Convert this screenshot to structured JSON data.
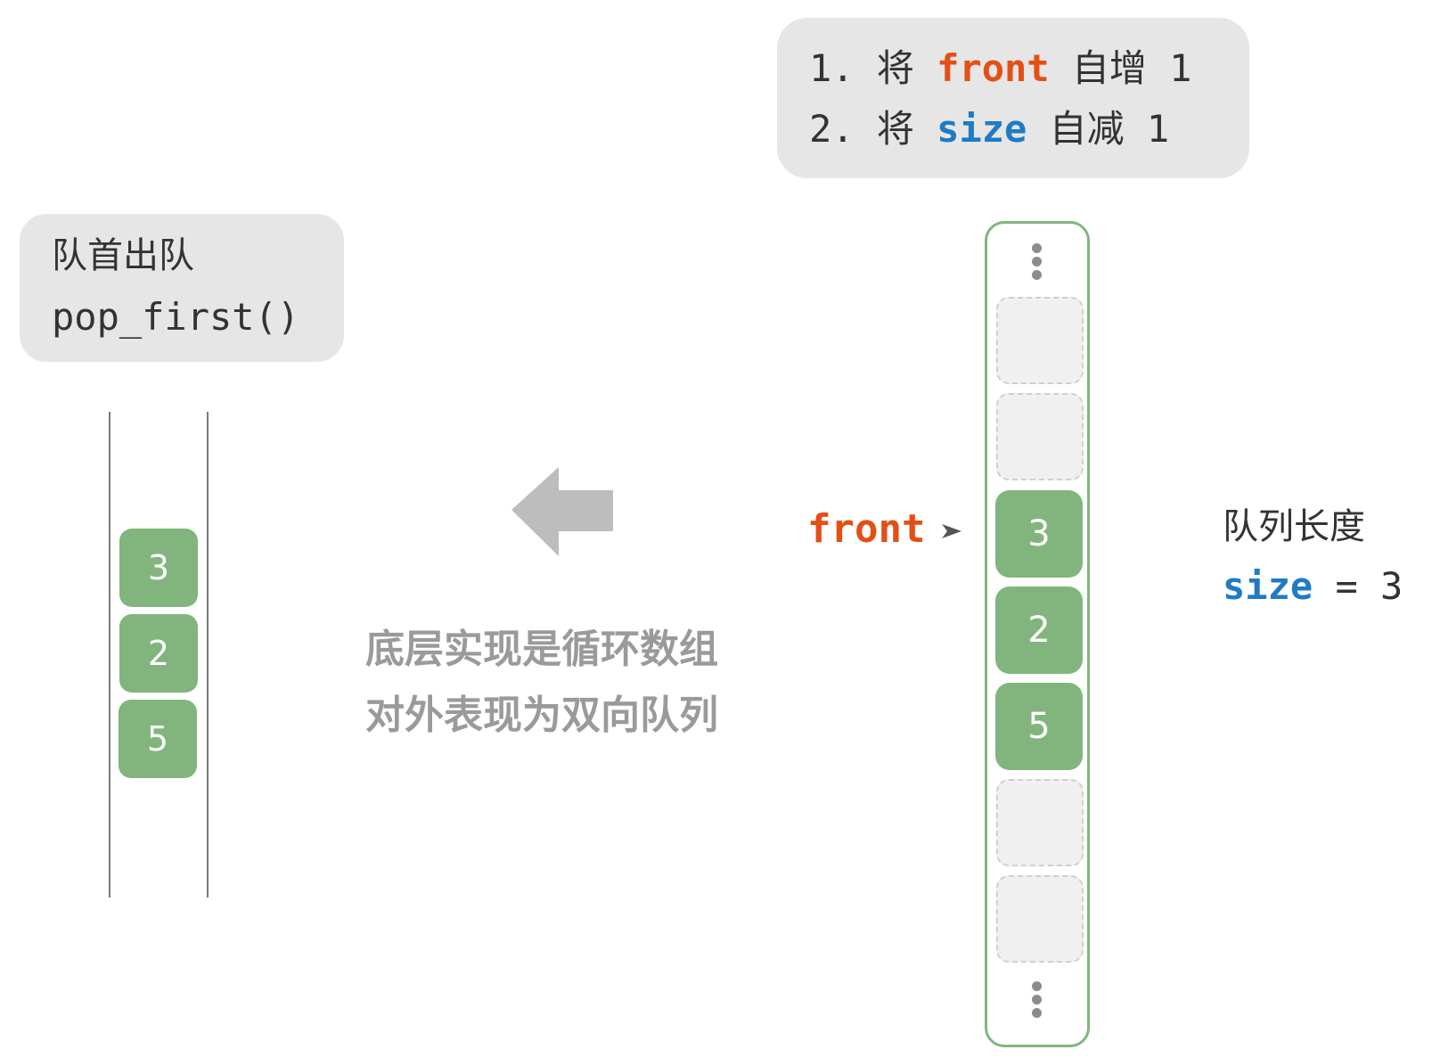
{
  "operation": {
    "title": "队首出队",
    "code": "pop_first()"
  },
  "note": {
    "line1": "底层实现是循环数组",
    "line2": "对外表现为双向队列"
  },
  "steps": [
    {
      "prefix": "1. 将 ",
      "keyword": "front",
      "suffix": " 自增 1"
    },
    {
      "prefix": "2. 将 ",
      "keyword": "size",
      "suffix": " 自减 1"
    }
  ],
  "deque_view": {
    "values": [
      "3",
      "2",
      "5"
    ]
  },
  "array_view": {
    "cells": [
      "",
      "",
      "3",
      "2",
      "5",
      "",
      ""
    ],
    "front_label": "front",
    "front_index": 2
  },
  "size_info": {
    "title": "队列长度",
    "keyword": "size",
    "equals": " = ",
    "value": "3"
  },
  "colors": {
    "cell_fill": "#82b57d",
    "front_keyword": "#e34f15",
    "size_keyword": "#1f7bc4",
    "box_background": "#e6e6e6",
    "arrow": "#bdbdbd"
  }
}
